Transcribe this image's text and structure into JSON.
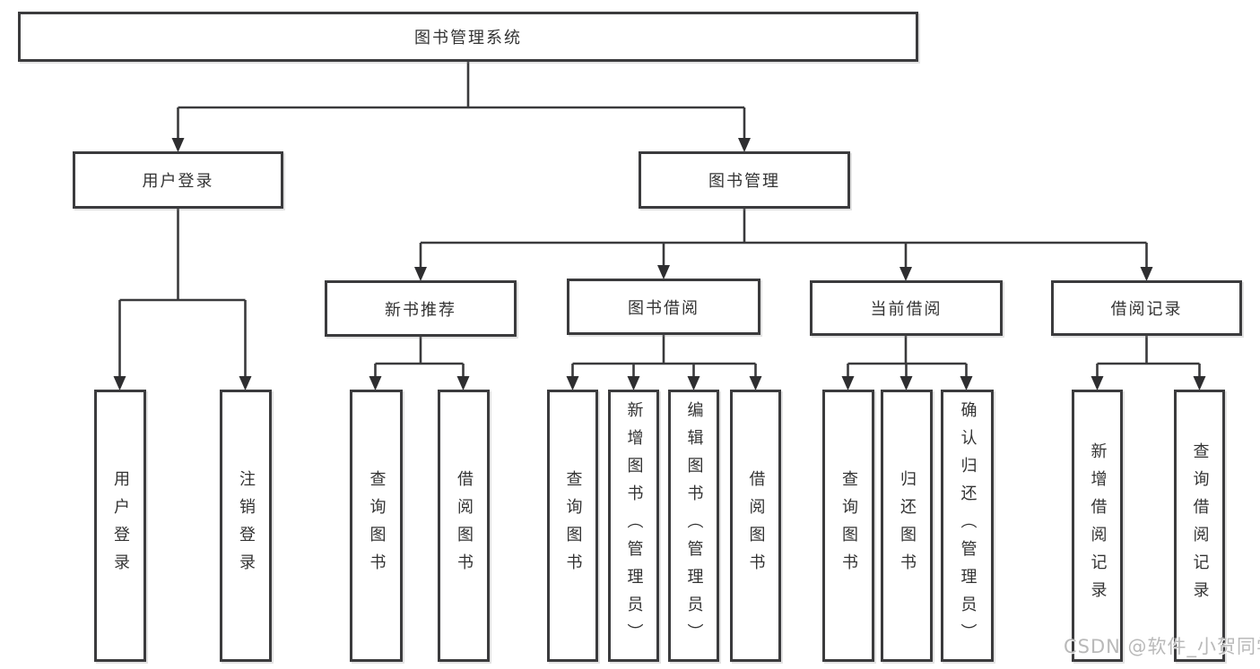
{
  "tree": {
    "label": "图书管理系统",
    "children": [
      {
        "label": "用户登录",
        "children": [
          {
            "label": "用户登录"
          },
          {
            "label": "注销登录"
          }
        ]
      },
      {
        "label": "图书管理",
        "children": [
          {
            "label": "新书推荐",
            "children": [
              {
                "label": "查询图书"
              },
              {
                "label": "借阅图书"
              }
            ]
          },
          {
            "label": "图书借阅",
            "children": [
              {
                "label": "查询图书"
              },
              {
                "label": "新增图书（管理员）"
              },
              {
                "label": "编辑图书（管理员）"
              },
              {
                "label": "借阅图书"
              }
            ]
          },
          {
            "label": "当前借阅",
            "children": [
              {
                "label": "查询图书"
              },
              {
                "label": "归还图书"
              },
              {
                "label": "确认归还（管理员）"
              }
            ]
          },
          {
            "label": "借阅记录",
            "children": [
              {
                "label": "新增借阅记录"
              },
              {
                "label": "查询借阅记录"
              }
            ]
          }
        ]
      }
    ]
  },
  "watermark": {
    "text": "CSDN @软件_小贺同学"
  },
  "colors": {
    "line": "#3a3a3c",
    "arrow": "#2e2e30",
    "box_border": "#3b3b3d",
    "text": "#333333",
    "watermark": "#b9b9b9",
    "background": "#ffffff"
  }
}
